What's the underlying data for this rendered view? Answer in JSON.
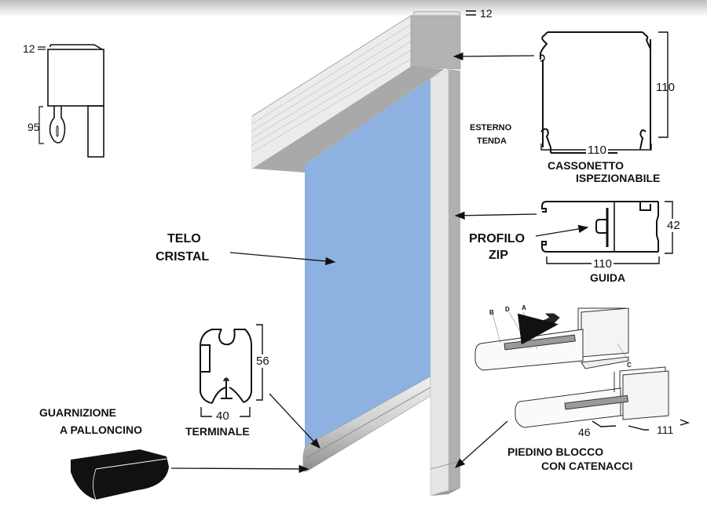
{
  "diagram": {
    "colors": {
      "fabric": "#8db2e2",
      "box_light": "#ececec",
      "box_dark": "#a9a9a9",
      "guide_light": "#e6e6e6",
      "guide_dark": "#b0b0b0",
      "ink": "#111111"
    },
    "side_view": {
      "dim_top": "12",
      "dim_height": "95"
    },
    "top_dim": "12",
    "cassonetto": {
      "title_line1": "CASSONETTO",
      "title_line2": "ISPEZIONABILE",
      "dim_width": "110",
      "dim_height": "110"
    },
    "esterno": {
      "line1": "ESTERNO",
      "line2": "TENDA"
    },
    "guida": {
      "title": "GUIDA",
      "dim_width": "110",
      "dim_height": "42",
      "profilo_line1": "PROFILO",
      "profilo_line2": "ZIP"
    },
    "telo": {
      "line1": "TELO",
      "line2": "CRISTAL"
    },
    "terminale": {
      "title": "TERMINALE",
      "dim_width": "40",
      "dim_height": "56"
    },
    "guarnizione": {
      "line1": "GUARNIZIONE",
      "line2": "A PALLONCINO"
    },
    "piedino": {
      "line1": "PIEDINO BLOCCO",
      "line2": "CON CATENACCI",
      "dim_a": "46",
      "dim_b": "111",
      "parts": [
        "B",
        "D",
        "A",
        "C"
      ]
    }
  }
}
